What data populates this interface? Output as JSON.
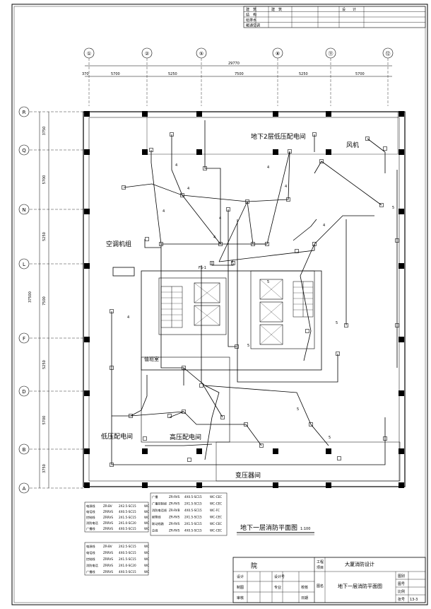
{
  "revision_table": {
    "rows": [
      "建　筑",
      "结　构",
      "给排水",
      "暖通空调"
    ],
    "header_right": "设　　计",
    "header_right2": "建　筑"
  },
  "axes_x": {
    "labels": [
      "①",
      "②",
      "⑤",
      "⑧",
      "⑪",
      "⑫"
    ],
    "total": "29770",
    "spans": [
      "5700",
      "5250",
      "7500",
      "5250",
      "5700"
    ],
    "left_stub": "370"
  },
  "axes_y": {
    "labels": [
      "R",
      "Q",
      "N",
      "L",
      "F",
      "D",
      "B",
      "A"
    ],
    "spans": [
      "3750",
      "5700",
      "5250",
      "7500",
      "5250",
      "5700",
      "3750"
    ],
    "total": "37500"
  },
  "rooms": {
    "low_voltage_b2": "地下2层低压配电间",
    "fan": "风机",
    "ac_unit": "空调机组",
    "drainage": "值班室",
    "low_voltage": "低压配电间",
    "high_voltage": "高压配电间",
    "transformer": "变压器间",
    "fs": "FS-1"
  },
  "plan_title": "地下一层消防平面图",
  "plan_scale": "1:100",
  "legend_left_top": [
    [
      "电源线",
      "ZR-BV",
      "2X2.5-SC15",
      "WC"
    ],
    [
      "电话线",
      "ZRRVS",
      "4X0.5-SC15",
      "WC"
    ],
    [
      "控制线",
      "ZRRVS",
      "2X1.5-SC15",
      "WC"
    ],
    [
      "消防电话",
      "ZRRVS",
      "2X1.0-SC20",
      "WC"
    ],
    [
      "广播线",
      "ZRRVS",
      "4X0.5-SC15",
      "WC"
    ]
  ],
  "legend_right_top": [
    [
      "广播",
      "ZR-RVS",
      "4X0.5-SC15",
      "WC-CEC"
    ],
    [
      "广播控制线",
      "ZR-RVS",
      "2X1.5-SC15",
      "WC-CEC"
    ],
    [
      "消防电话线",
      "ZR-RVB",
      "4X0.5-SC15",
      "WC-FC"
    ],
    [
      "报警线",
      "ZR-RVS",
      "2X1.5-SC15",
      "WC-CEC"
    ],
    [
      "联动线路",
      "ZR-RVS",
      "2X1.5-SC15",
      "WC-CEC"
    ],
    [
      "总线",
      "ZR-RVS",
      "4X0.5-SC15",
      "WC-CEC"
    ]
  ],
  "legend_left_bottom": [
    [
      "电源线",
      "ZR-BV",
      "2X2.5-SC15",
      "WC"
    ],
    [
      "电话线",
      "ZRRVS",
      "4X0.5-SC15",
      "WC"
    ],
    [
      "控制线",
      "ZRRVS",
      "2X1.5-SC15",
      "WC"
    ],
    [
      "消防电话",
      "ZRRVS",
      "2X1.0-SC20",
      "WC"
    ],
    [
      "广播线",
      "ZRRVS",
      "4X0.5-SC15",
      "WC"
    ]
  ],
  "title_block": {
    "institute": "院",
    "project_label": "工程",
    "project_name": "大厦消防设计",
    "item_label": "项目",
    "drawing_label": "图名",
    "drawing_name": "地下一层消防平面图",
    "rows_left": [
      "设计",
      "制图",
      "审核"
    ],
    "rows_mid": [
      "设计号",
      "专业",
      ""
    ],
    "rows_mid2": [
      "",
      "校核",
      "日期"
    ],
    "right_labels": [
      "图别",
      "图号",
      "比例",
      "张号"
    ],
    "sheet": "13-3"
  },
  "wire_count_labels": [
    "4",
    "4",
    "4",
    "4",
    "4",
    "4",
    "5",
    "5",
    "5",
    "5",
    "5",
    "5",
    "4",
    "4",
    "4",
    "4"
  ]
}
